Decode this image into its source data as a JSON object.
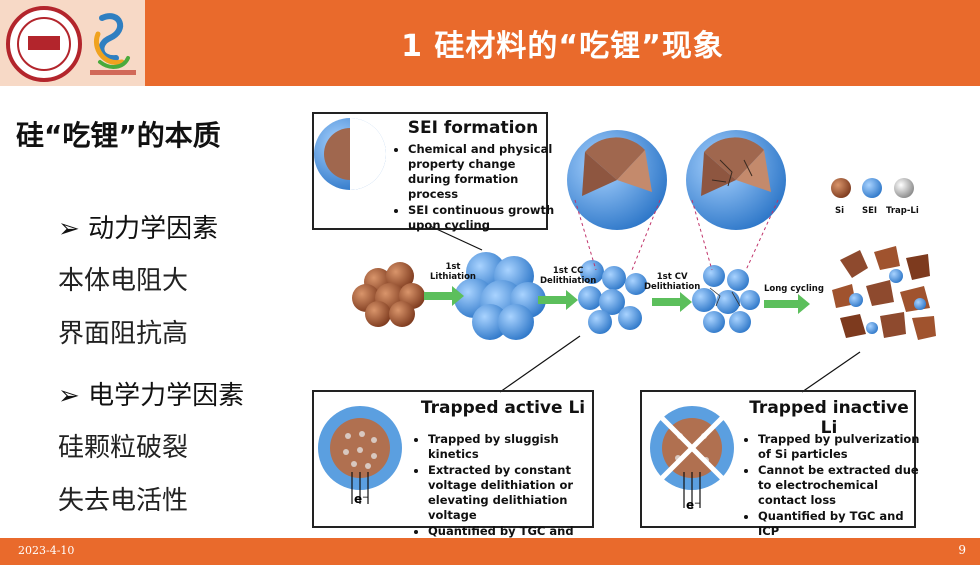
{
  "slide": {
    "title": "1 硅材料的“吃锂”现象",
    "heading": "硅“吃锂”的本质",
    "kinetics_heading": "动力学因素",
    "kinetics_items": [
      "本体电阻大",
      "界面阻抗高"
    ],
    "electro_heading": "电学力学因素",
    "electro_items": [
      "硅颗粒破裂",
      "失去电活性"
    ],
    "bullet_glyph": "➢"
  },
  "footer": {
    "date": "2023-4-10",
    "page": "9"
  },
  "figure": {
    "sei_box": {
      "title": "SEI formation",
      "items": [
        "Chemical and physical property change during formation process",
        "SEI continuous growth upon cycling"
      ]
    },
    "legend": {
      "si": "Si",
      "sei": "SEI",
      "trap": "Trap-Li"
    },
    "steps": {
      "first_lithiation": [
        "1st",
        "Lithiation"
      ],
      "first_cc": [
        "1st CC",
        "Delithiation"
      ],
      "first_cv": [
        "1st CV",
        "Delithiation"
      ],
      "long_cycling": "Long cycling"
    },
    "active_box": {
      "title": "Trapped active Li",
      "items": [
        "Trapped by sluggish kinetics",
        "Extracted by constant voltage delithiation or elevating delithiation voltage",
        "Quantified by TGC and CCCV"
      ],
      "electron": "e⁻"
    },
    "inactive_box": {
      "title": "Trapped inactive Li",
      "items": [
        "Trapped by pulverization of Si particles",
        "Cannot be extracted due to electrochemical contact loss",
        "Quantified by TGC and ICP"
      ],
      "electron": "e⁻"
    }
  },
  "colors": {
    "accent": "#e96a2c",
    "si": "#a0532e",
    "sei": "#5b9fe0",
    "arrow": "#5cbf5c"
  }
}
